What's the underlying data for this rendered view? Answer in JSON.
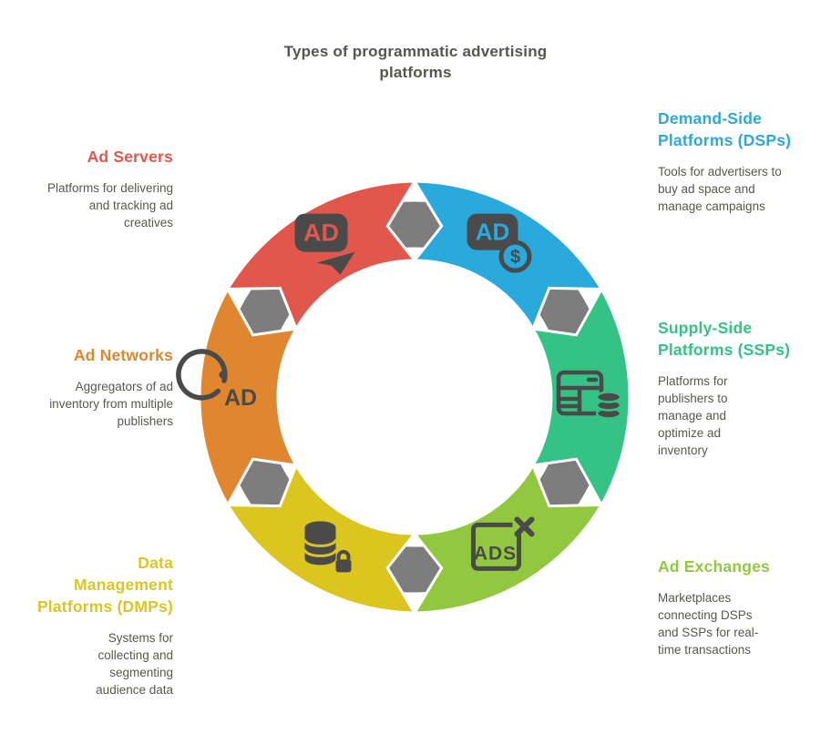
{
  "title": "Types of programmatic advertising platforms",
  "colors": {
    "background": "#FFFFFF",
    "ring": "#7D7D7D",
    "outline": "#FFFFFF",
    "icon": "#4A4A4B",
    "title_text": "#55564F",
    "description_text": "#57584F"
  },
  "items": [
    {
      "id": "demand-side-platforms",
      "label": "Demand-Side Platforms (DSPs)",
      "description": "Tools for advertisers to buy ad space and manage campaigns",
      "color": "#29A9DC",
      "icon": "ad-dollar-icon"
    },
    {
      "id": "supply-side-platforms",
      "label": "Supply-Side Platforms (SSPs)",
      "description": "Platforms for publishers to manage and optimize ad inventory",
      "color": "#35C285",
      "icon": "table-coins-icon"
    },
    {
      "id": "ad-exchanges",
      "label": "Ad Exchanges",
      "description": "Marketplaces connecting DSPs and SSPs for real-time transactions",
      "color": "#92C83F",
      "icon": "ads-blocked-icon"
    },
    {
      "id": "data-management-platforms",
      "label": "Data Management Platforms (DMPs)",
      "description": "Systems for collecting and segmenting audience data",
      "color": "#DDC520",
      "icon": "database-lock-icon"
    },
    {
      "id": "ad-networks",
      "label": "Ad Networks",
      "description": "Aggregators of ad inventory from multiple publishers",
      "color": "#E0862E",
      "icon": "ad-circle-icon"
    },
    {
      "id": "ad-servers",
      "label": "Ad Servers",
      "description": "Platforms for delivering and tracking ad creatives",
      "color": "#E2574C",
      "icon": "ad-send-icon"
    }
  ]
}
